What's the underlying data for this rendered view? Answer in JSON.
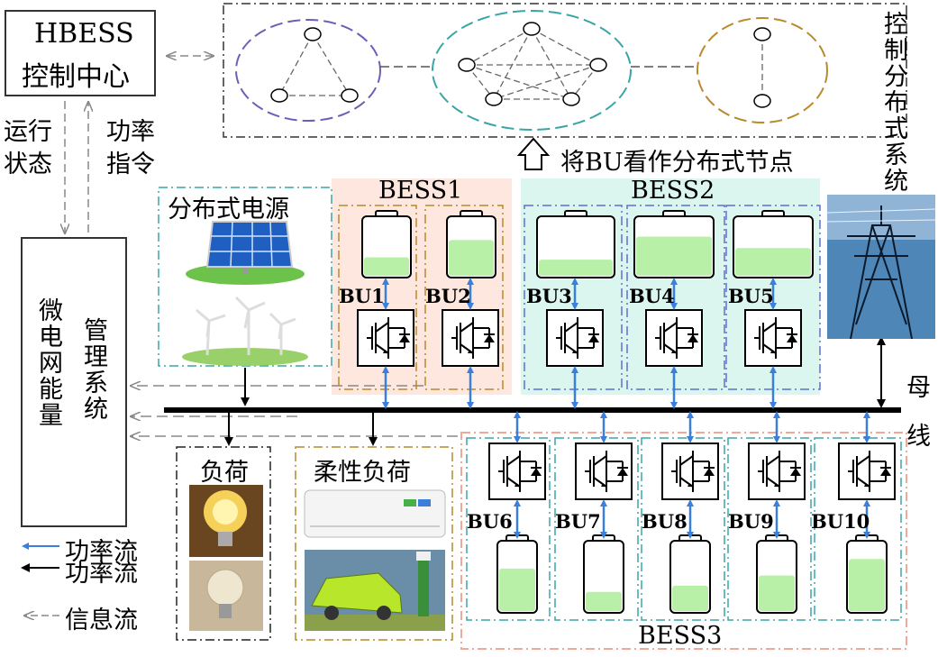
{
  "hbess_center": {
    "line1": "HBESS",
    "line2": "控制中心"
  },
  "distributed_control": {
    "title": "控制分布式系统"
  },
  "run_state_label": {
    "line1": "运行",
    "line2": "状态"
  },
  "power_cmd_label": {
    "line1": "功率",
    "line2": "指令"
  },
  "bu_as_node_label": "将BU看作分布式节点",
  "ems": {
    "col1": "微电网能量",
    "col2": "管理系统"
  },
  "dist_source": {
    "title": "分布式电源"
  },
  "bess1": {
    "title": "BESS1",
    "units": [
      "BU1",
      "BU2"
    ],
    "levels": [
      0.32,
      0.62
    ]
  },
  "bess2": {
    "title": "BESS2",
    "units": [
      "BU3",
      "BU4",
      "BU5"
    ],
    "levels": [
      0.28,
      0.68,
      0.48
    ]
  },
  "bess3": {
    "title": "BESS3",
    "units": [
      "BU6",
      "BU7",
      "BU8",
      "BU9",
      "BU10"
    ],
    "levels": [
      0.62,
      0.28,
      0.37,
      0.52,
      0.76
    ]
  },
  "bus_label": {
    "c1": "母",
    "c2": "线"
  },
  "load": {
    "title": "负荷"
  },
  "flex_load": {
    "title": "柔性负荷"
  },
  "legend": {
    "power_flow_blue": "功率流",
    "power_flow_black": "功率流",
    "info_flow": "信息流"
  },
  "colors": {
    "blue_arrow": "#3a7fd9",
    "battery_fill": "#b8f0a8",
    "bess1_bg": "#fde7df",
    "bess2_bg": "#dbf5ef",
    "bess3_border": "#f0a898",
    "orange_dash": "#b88a2a",
    "teal_dash": "#3aa5a5",
    "blue_dash": "#5f6fd6"
  }
}
